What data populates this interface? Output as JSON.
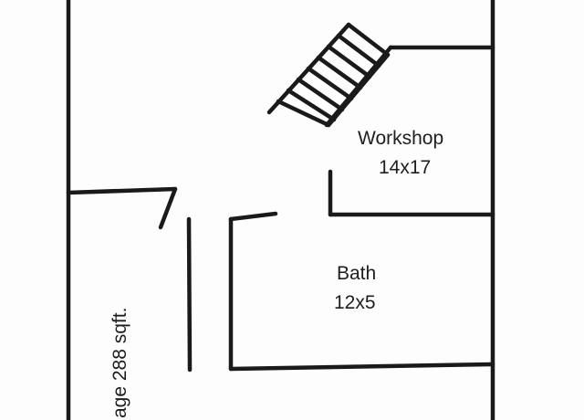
{
  "rooms": {
    "workshop": {
      "name": "Workshop",
      "dimensions": "14x17"
    },
    "bath": {
      "name": "Bath",
      "dimensions": "12x5"
    },
    "garage": {
      "label": "age 288 sqft."
    }
  },
  "colors": {
    "wall": "#1a1a1a",
    "background": "#fdfdfd",
    "text": "#1e1e1e"
  }
}
